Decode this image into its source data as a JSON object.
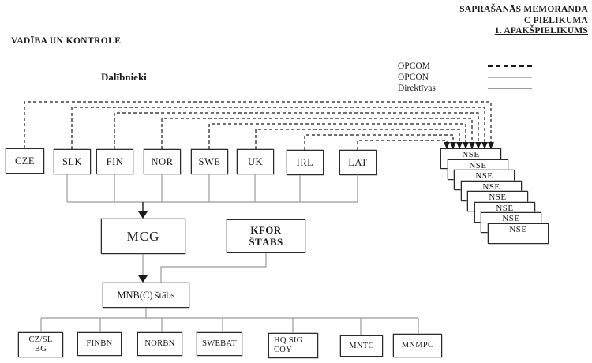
{
  "header": {
    "lines": [
      "SAPRAŠANĀS MEMORANDA",
      "C PIELIKUMA",
      "1. APAKŠPIELIKUMS"
    ]
  },
  "title": "VADĪBA UN KONTROLE",
  "participants_label": "Dalībnieki",
  "legend": {
    "items": [
      {
        "label": "OPCOM",
        "line_style": "dashed-black"
      },
      {
        "label": "OPCON",
        "line_style": "solid-light-gray"
      },
      {
        "label": "Direktīvas",
        "line_style": "solid-gray"
      }
    ]
  },
  "countries": [
    "CZE",
    "SLK",
    "FIN",
    "NOR",
    "SWE",
    "UK",
    "IRL",
    "LAT"
  ],
  "nse": {
    "label": "NSE",
    "count": 8
  },
  "mcg": {
    "label": "MCG"
  },
  "kfor": {
    "lines": [
      "KFOR",
      "ŠTĀBS"
    ]
  },
  "mnb": {
    "label": "MNB(C) štābs"
  },
  "units": [
    {
      "lines": [
        "CZ/SL",
        "BG"
      ]
    },
    {
      "lines": [
        "FINBN"
      ]
    },
    {
      "lines": [
        "NORBN"
      ]
    },
    {
      "lines": [
        "SWEBAT"
      ]
    },
    {
      "lines": [
        "HQ SIG",
        "COY"
      ]
    },
    {
      "lines": [
        "MNTC"
      ]
    },
    {
      "lines": [
        "MNMPC"
      ]
    }
  ],
  "colors": {
    "background": "#ffffff",
    "line_black": "#1a1a1a",
    "line_gray": "#9a9a9a",
    "line_light_gray": "#b5b5b5",
    "box_border": "#2b2b2b"
  }
}
